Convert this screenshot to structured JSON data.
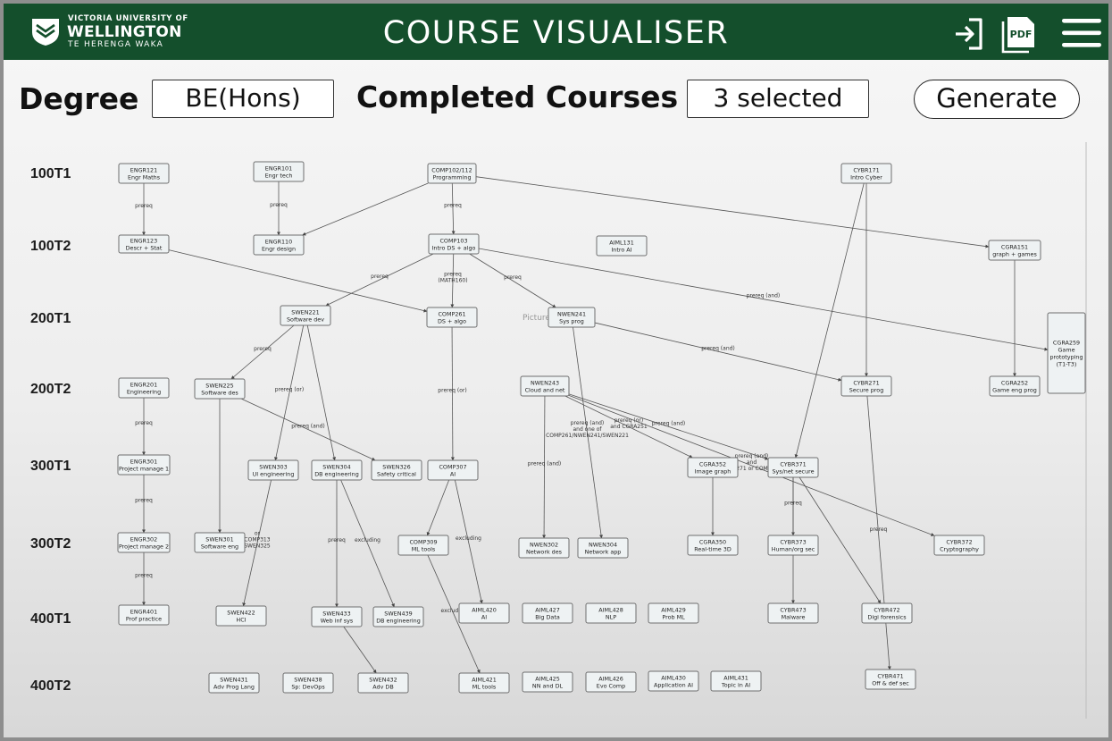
{
  "header": {
    "logo": {
      "line1": "VICTORIA UNIVERSITY OF",
      "line2": "WELLINGTON",
      "line3": "TE HERENGA WAKA"
    },
    "title": "COURSE VISUALISER",
    "icons": [
      "login-icon",
      "pdf-icon",
      "menu-icon"
    ],
    "pdf_label": "PDF",
    "bg_color": "#144f2c"
  },
  "controls": {
    "degree_label": "Degree",
    "degree_value": "BE(Hons)",
    "completed_label": "Completed Courses",
    "completed_value": "3 selected",
    "generate_label": "Generate"
  },
  "diagram": {
    "watermark": "Picture",
    "rows": [
      "100T1",
      "100T2",
      "200T1",
      "200T2",
      "300T1",
      "300T2",
      "400T1",
      "400T2"
    ],
    "nodes": [
      {
        "id": "ENGR121",
        "code": "ENGR121",
        "name": "Engr Maths"
      },
      {
        "id": "ENGR101",
        "code": "ENGR101",
        "name": "Engr tech"
      },
      {
        "id": "COMP102",
        "code": "COMP102/112",
        "name": "Programming"
      },
      {
        "id": "CYBR171",
        "code": "CYBR171",
        "name": "Intro Cyber"
      },
      {
        "id": "ENGR123",
        "code": "ENGR123",
        "name": "Descr + Stat"
      },
      {
        "id": "ENGR110",
        "code": "ENGR110",
        "name": "Engr design"
      },
      {
        "id": "COMP103",
        "code": "COMP103",
        "name": "Intro DS + algo"
      },
      {
        "id": "AIML131",
        "code": "AIML131",
        "name": "Intro AI"
      },
      {
        "id": "CGRA151",
        "code": "CGRA151",
        "name": "graph + games"
      },
      {
        "id": "SWEN221",
        "code": "SWEN221",
        "name": "Software dev"
      },
      {
        "id": "COMP261",
        "code": "COMP261",
        "name": "DS + algo"
      },
      {
        "id": "NWEN241",
        "code": "NWEN241",
        "name": "Sys prog"
      },
      {
        "id": "CGRA259",
        "code": "CGRA259",
        "name": "Game",
        "name2": "prototyping",
        "name3": "(T1-T3)"
      },
      {
        "id": "ENGR201",
        "code": "ENGR201",
        "name": "Engineering"
      },
      {
        "id": "SWEN225",
        "code": "SWEN225",
        "name": "Software des"
      },
      {
        "id": "NWEN243",
        "code": "NWEN243",
        "name": "Cloud and net"
      },
      {
        "id": "CYBR271",
        "code": "CYBR271",
        "name": "Secure prog"
      },
      {
        "id": "CGRA252",
        "code": "CGRA252",
        "name": "Game eng prog"
      },
      {
        "id": "ENGR301",
        "code": "ENGR301",
        "name": "Project manage 1"
      },
      {
        "id": "SWEN303",
        "code": "SWEN303",
        "name": "UI engineering"
      },
      {
        "id": "SWEN304",
        "code": "SWEN304",
        "name": "DB engineering"
      },
      {
        "id": "SWEN326",
        "code": "SWEN326",
        "name": "Safety critical"
      },
      {
        "id": "COMP307",
        "code": "COMP307",
        "name": "AI"
      },
      {
        "id": "CGRA352",
        "code": "CGRA352",
        "name": "Image graph"
      },
      {
        "id": "CYBR371",
        "code": "CYBR371",
        "name": "Sys/net secure"
      },
      {
        "id": "ENGR302",
        "code": "ENGR302",
        "name": "Project manage 2"
      },
      {
        "id": "SWEN301",
        "code": "SWEN301",
        "name": "Software eng"
      },
      {
        "id": "COMP309",
        "code": "COMP309",
        "name": "ML tools"
      },
      {
        "id": "NWEN302",
        "code": "NWEN302",
        "name": "Network des"
      },
      {
        "id": "NWEN304",
        "code": "NWEN304",
        "name": "Network app"
      },
      {
        "id": "CGRA350",
        "code": "CGRA350",
        "name": "Real-time 3D"
      },
      {
        "id": "CYBR373",
        "code": "CYBR373",
        "name": "Human/org sec"
      },
      {
        "id": "CYBR372",
        "code": "CYBR372",
        "name": "Cryptography"
      },
      {
        "id": "ENGR401",
        "code": "ENGR401",
        "name": "Prof practice"
      },
      {
        "id": "SWEN422",
        "code": "SWEN422",
        "name": "HCI"
      },
      {
        "id": "SWEN433",
        "code": "SWEN433",
        "name": "Web inf sys"
      },
      {
        "id": "SWEN439",
        "code": "SWEN439",
        "name": "DB engineering"
      },
      {
        "id": "AIML420",
        "code": "AIML420",
        "name": "AI"
      },
      {
        "id": "AIML427",
        "code": "AIML427",
        "name": "Big Data"
      },
      {
        "id": "AIML428",
        "code": "AIML428",
        "name": "NLP"
      },
      {
        "id": "AIML429",
        "code": "AIML429",
        "name": "Prob ML"
      },
      {
        "id": "CYBR473",
        "code": "CYBR473",
        "name": "Malware"
      },
      {
        "id": "CYBR472",
        "code": "CYBR472",
        "name": "Digi forensics"
      },
      {
        "id": "SWEN431",
        "code": "SWEN431",
        "name": "Adv Prog Lang"
      },
      {
        "id": "SWEN438",
        "code": "SWEN438",
        "name": "Sp: DevOps"
      },
      {
        "id": "SWEN432",
        "code": "SWEN432",
        "name": "Adv DB"
      },
      {
        "id": "AIML421",
        "code": "AIML421",
        "name": "ML tools"
      },
      {
        "id": "AIML425",
        "code": "AIML425",
        "name": "NN and DL"
      },
      {
        "id": "AIML426",
        "code": "AIML426",
        "name": "Evo Comp"
      },
      {
        "id": "AIML430",
        "code": "AIML430",
        "name": "Application AI"
      },
      {
        "id": "AIML431",
        "code": "AIML431",
        "name": "Topic in AI"
      },
      {
        "id": "CYBR471",
        "code": "CYBR471",
        "name": "Off & def sec"
      }
    ],
    "edges": [
      {
        "from": "ENGR121",
        "to": "ENGR123",
        "label": "prereq"
      },
      {
        "from": "ENGR101",
        "to": "ENGR110",
        "label": "prereq"
      },
      {
        "from": "COMP102",
        "to": "COMP103",
        "label": "prereq"
      },
      {
        "from": "COMP102",
        "to": "ENGR110",
        "label": ""
      },
      {
        "from": "COMP102",
        "to": "CGRA151",
        "label": ""
      },
      {
        "from": "COMP103",
        "to": "SWEN221",
        "label": "prereq"
      },
      {
        "from": "ENGR123",
        "to": "COMP261",
        "label": ""
      },
      {
        "from": "COMP103",
        "to": "COMP261",
        "label": "prereq",
        "label2": "(MATH160)"
      },
      {
        "from": "COMP103",
        "to": "NWEN241",
        "label": "prereq"
      },
      {
        "from": "COMP103",
        "to": "CGRA259",
        "label": "prereq (and)"
      },
      {
        "from": "CGRA151",
        "to": "CGRA252",
        "label": ""
      },
      {
        "from": "NWEN241",
        "to": "CYBR271",
        "label": "prereq (and)"
      },
      {
        "from": "SWEN221",
        "to": "SWEN225",
        "label": "prereq"
      },
      {
        "from": "ENGR201",
        "to": "ENGR301",
        "label": "prereq"
      },
      {
        "from": "SWEN221",
        "to": "SWEN303",
        "label": "prereq (or)"
      },
      {
        "from": "SWEN221",
        "to": "SWEN304",
        "label": ""
      },
      {
        "from": "SWEN225",
        "to": "SWEN326",
        "label": "prereq (and)"
      },
      {
        "from": "COMP261",
        "to": "COMP307",
        "label": "prereq (or)"
      },
      {
        "from": "NWEN243",
        "to": "CGRA352",
        "label": "prereq (or)",
        "label2": "and CGRA251"
      },
      {
        "from": "NWEN243",
        "to": "CYBR371",
        "label": "prereq (and)"
      },
      {
        "from": "CYBR171",
        "to": "CYBR271",
        "label": ""
      },
      {
        "from": "CYBR171",
        "to": "CYBR371",
        "label": ""
      },
      {
        "from": "ENGR301",
        "to": "ENGR302",
        "label": "prereq"
      },
      {
        "from": "SWEN225",
        "to": "SWEN301",
        "label": ""
      },
      {
        "from": "COMP307",
        "to": "COMP309",
        "label": ""
      },
      {
        "from": "NWEN243",
        "to": "NWEN302",
        "label": "prereq (and)"
      },
      {
        "from": "NWEN241",
        "to": "NWEN304",
        "label": "prereq (and)",
        "label2": "and one of",
        "label3": "COMP261/NWEN241/SWEN221"
      },
      {
        "from": "CGRA352",
        "to": "CGRA350",
        "label": ""
      },
      {
        "from": "CYBR371",
        "to": "CYBR373",
        "label": "prereq"
      },
      {
        "from": "NWEN243",
        "to": "CYBR372",
        "label": "prereq (and)",
        "label2": "and",
        "label3": "CYBR271 or COMP261"
      },
      {
        "from": "ENGR302",
        "to": "ENGR401",
        "label": "prereq"
      },
      {
        "from": "SWEN303",
        "to": "SWEN422",
        "label": "or",
        "label2": "COMP313",
        "label3": "SWEN325"
      },
      {
        "from": "SWEN304",
        "to": "SWEN433",
        "label": "prereq"
      },
      {
        "from": "SWEN304",
        "to": "SWEN439",
        "label": "excluding"
      },
      {
        "from": "COMP307",
        "to": "AIML420",
        "label": "excluding"
      },
      {
        "from": "CYBR371",
        "to": "CYBR473",
        "label": "prereq"
      },
      {
        "from": "CYBR371",
        "to": "CYBR472",
        "label": ""
      },
      {
        "from": "CYBR271",
        "to": "CYBR471",
        "label": "prereq"
      },
      {
        "from": "SWEN433",
        "to": "SWEN432",
        "label": ""
      },
      {
        "from": "COMP309",
        "to": "AIML421",
        "label": "excluding"
      }
    ]
  }
}
